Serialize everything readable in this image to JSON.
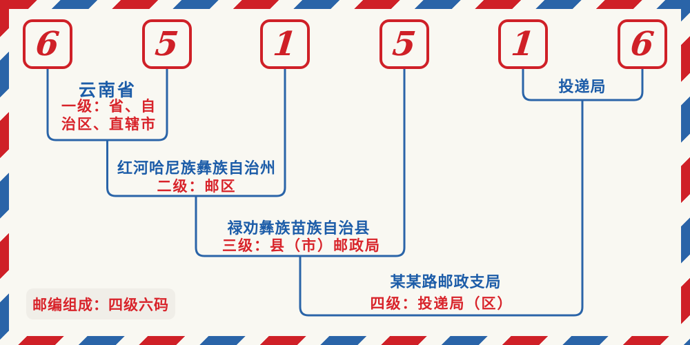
{
  "postcode": {
    "digits": [
      "6",
      "5",
      "1",
      "5",
      "1",
      "6"
    ]
  },
  "levels": [
    {
      "name": "云南省",
      "level": "一级：省、自治区、直辖市"
    },
    {
      "name": "红河哈尼族彝族自治州",
      "level": "二级：邮区"
    },
    {
      "name": "禄劝彝族苗族自治县",
      "level": "三级：县（市）邮政局"
    },
    {
      "name": "某某路邮政支局",
      "level": "四级：投递局（区）"
    },
    {
      "name": "投递局"
    }
  ],
  "footnote": "邮编组成：四级六码",
  "colors": {
    "red": "#cf2027",
    "blue": "#2a64a8",
    "text_blue": "#1c5ca8",
    "text_red": "#d8232a",
    "bg": "#f9f8f2",
    "note_bg": "#f0eee8"
  }
}
